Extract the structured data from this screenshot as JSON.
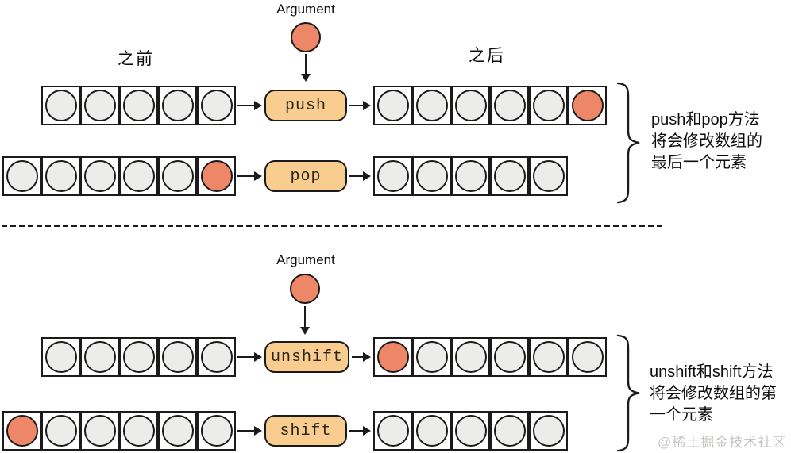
{
  "colors": {
    "line": "#1b1b1b",
    "accent_orange": "#ED8768",
    "button_fill": "#F9CD90",
    "cell_fill": "#ECECEA",
    "watermark_gray": "#C7C5C2"
  },
  "sections": [
    {
      "argument_label": "Argument",
      "before_label": "之前",
      "after_label": "之后",
      "rows": [
        {
          "operation": "push",
          "input_cells": [
            "gray",
            "gray",
            "gray",
            "gray",
            "gray"
          ],
          "output_cells": [
            "gray",
            "gray",
            "gray",
            "gray",
            "gray",
            "orange"
          ]
        },
        {
          "operation": "pop",
          "input_cells": [
            "gray",
            "gray",
            "gray",
            "gray",
            "gray",
            "orange"
          ],
          "output_cells": [
            "gray",
            "gray",
            "gray",
            "gray",
            "gray"
          ]
        }
      ],
      "note": {
        "lines": [
          "push和pop方法",
          "将会修改数组的",
          "最后一个元素"
        ]
      }
    },
    {
      "argument_label": "Argument",
      "rows": [
        {
          "operation": "unshift",
          "input_cells": [
            "gray",
            "gray",
            "gray",
            "gray",
            "gray"
          ],
          "output_cells": [
            "orange",
            "gray",
            "gray",
            "gray",
            "gray",
            "gray"
          ]
        },
        {
          "operation": "shift",
          "input_cells": [
            "orange",
            "gray",
            "gray",
            "gray",
            "gray",
            "gray"
          ],
          "output_cells": [
            "gray",
            "gray",
            "gray",
            "gray",
            "gray"
          ]
        }
      ],
      "note": {
        "lines": [
          "unshift和shift方法",
          "将会修改数组的第",
          "一个元素"
        ]
      }
    }
  ],
  "watermark": "@稀土掘金技术社区"
}
